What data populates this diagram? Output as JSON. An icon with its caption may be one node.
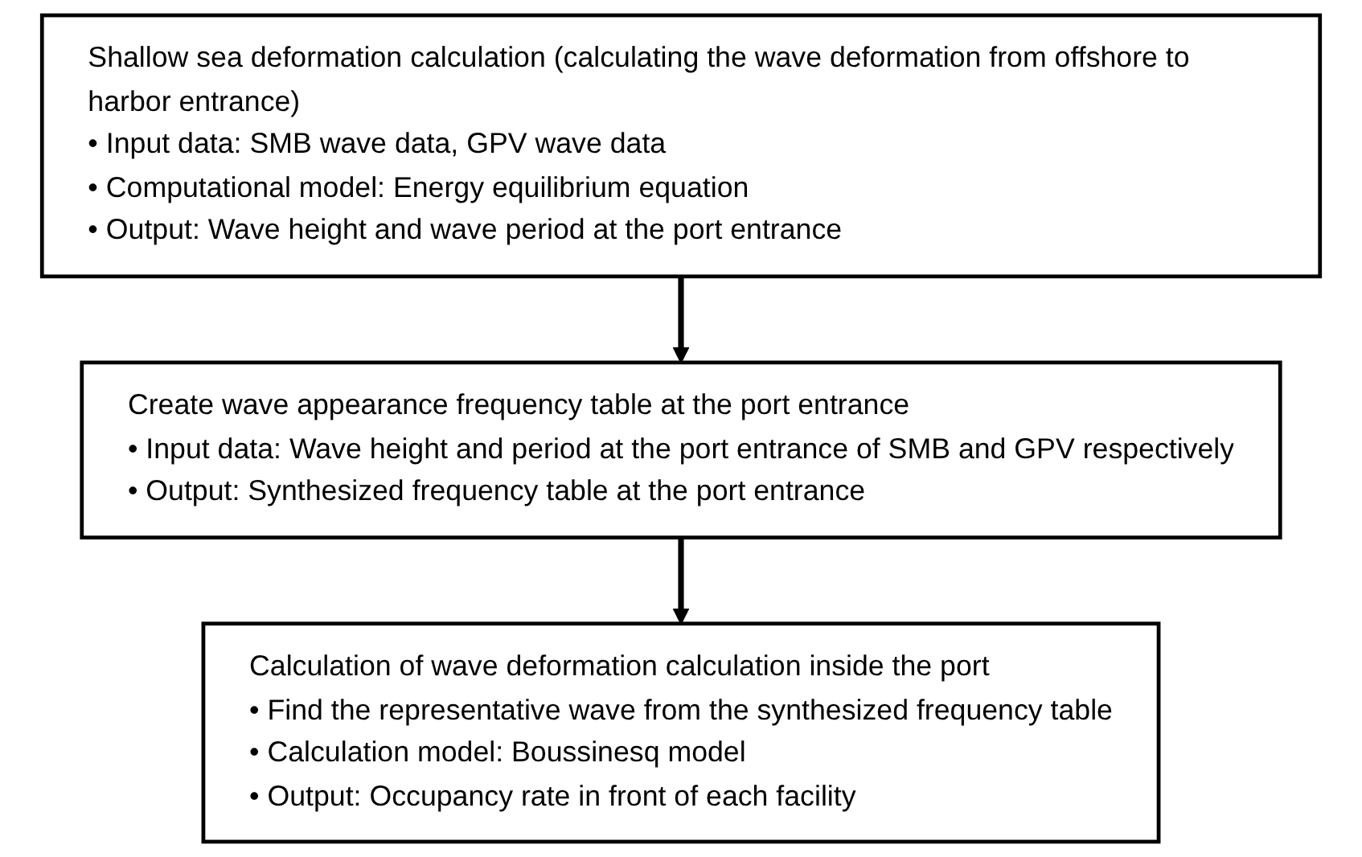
{
  "diagram": {
    "nodes": [
      {
        "text": [
          "Shallow sea deformation calculation (calculating the wave deformation from offshore to harbor entrance)",
          "• Input data: SMB wave data, GPV wave data",
          "• Computational model: Energy equilibrium equation",
          "• Output: Wave height and wave period at the port entrance"
        ]
      },
      {
        "text": [
          "Create wave appearance frequency table at the port entrance",
          "• Input data: Wave height and period at the port entrance of SMB and GPV respectively",
          "• Output: Synthesized frequency table at the port entrance"
        ]
      },
      {
        "text": [
          "Calculation of wave deformation calculation inside the port",
          "• Find the representative wave from the synthesized frequency table",
          "• Calculation model: Boussinesq model",
          "• Output: Occupancy rate in front of each facility"
        ]
      }
    ],
    "edges": [
      {
        "from": 0,
        "to": 1,
        "arrow": "to"
      },
      {
        "from": 1,
        "to": 2,
        "arrow": "to"
      }
    ]
  }
}
